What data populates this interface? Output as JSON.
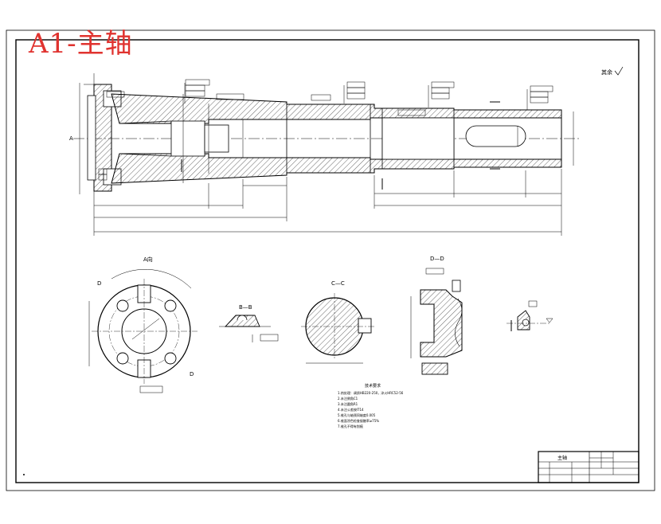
{
  "drawing": {
    "overlay_title": "A1-主轴",
    "roughness_note": "其余",
    "sections": {
      "a_view": "A向",
      "b_view": "B—B",
      "c_view": "C—C",
      "d_view": "D—D"
    },
    "tech_requirements": {
      "title": "技术要求",
      "lines": [
        "1.热处理：调质HB220-250，淬火HRC52-56",
        "2.未注倒角C1",
        "3.未注圆角R1",
        "4.未注公差按IT14",
        "5.锥孔与轴颈同轴度0.005",
        "6.锥面涂色检查接触率≥75%",
        "7.锥孔不得有划痕"
      ]
    },
    "title_block": {
      "name": "主轴"
    }
  }
}
